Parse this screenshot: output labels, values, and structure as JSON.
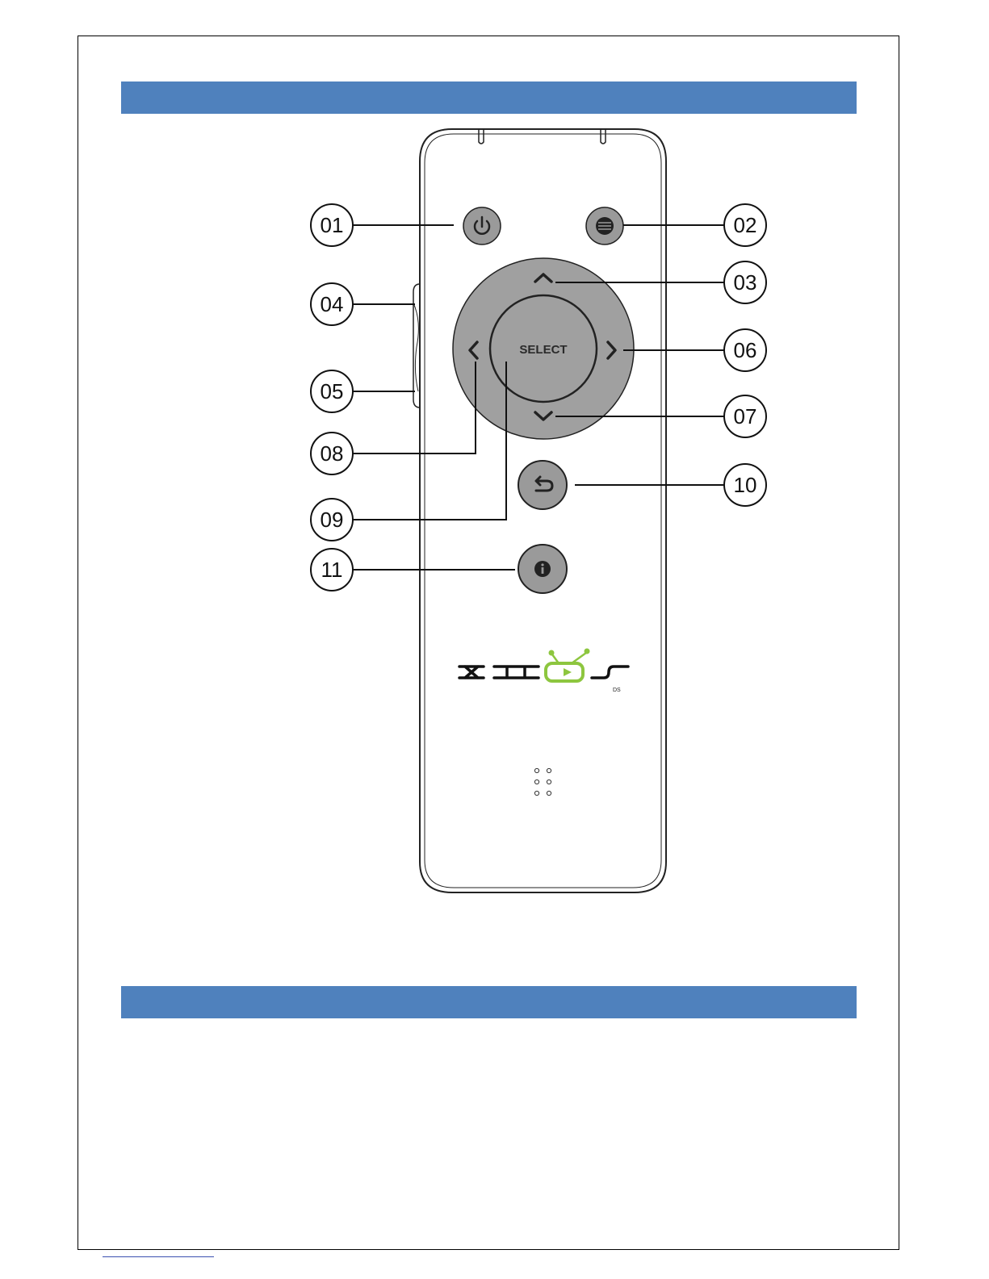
{
  "colors": {
    "section_bar": "#4f81bd",
    "button_fill": "#9a9a9a",
    "dpad_fill": "#a0a0a0",
    "logo_green": "#8dc63f",
    "outline": "#222222"
  },
  "remote": {
    "select_label": "SELECT",
    "logo_text": "xios",
    "logo_sub": "DS",
    "buttons": {
      "power_icon": "power-icon",
      "menu_icon": "menu-icon",
      "back_icon": "back-arrow-icon",
      "info_icon": "info-icon"
    }
  },
  "callouts": [
    {
      "id": "01",
      "label": "01"
    },
    {
      "id": "02",
      "label": "02"
    },
    {
      "id": "03",
      "label": "03"
    },
    {
      "id": "04",
      "label": "04"
    },
    {
      "id": "05",
      "label": "05"
    },
    {
      "id": "06",
      "label": "06"
    },
    {
      "id": "07",
      "label": "07"
    },
    {
      "id": "08",
      "label": "08"
    },
    {
      "id": "09",
      "label": "09"
    },
    {
      "id": "10",
      "label": "10"
    },
    {
      "id": "11",
      "label": "11"
    }
  ]
}
